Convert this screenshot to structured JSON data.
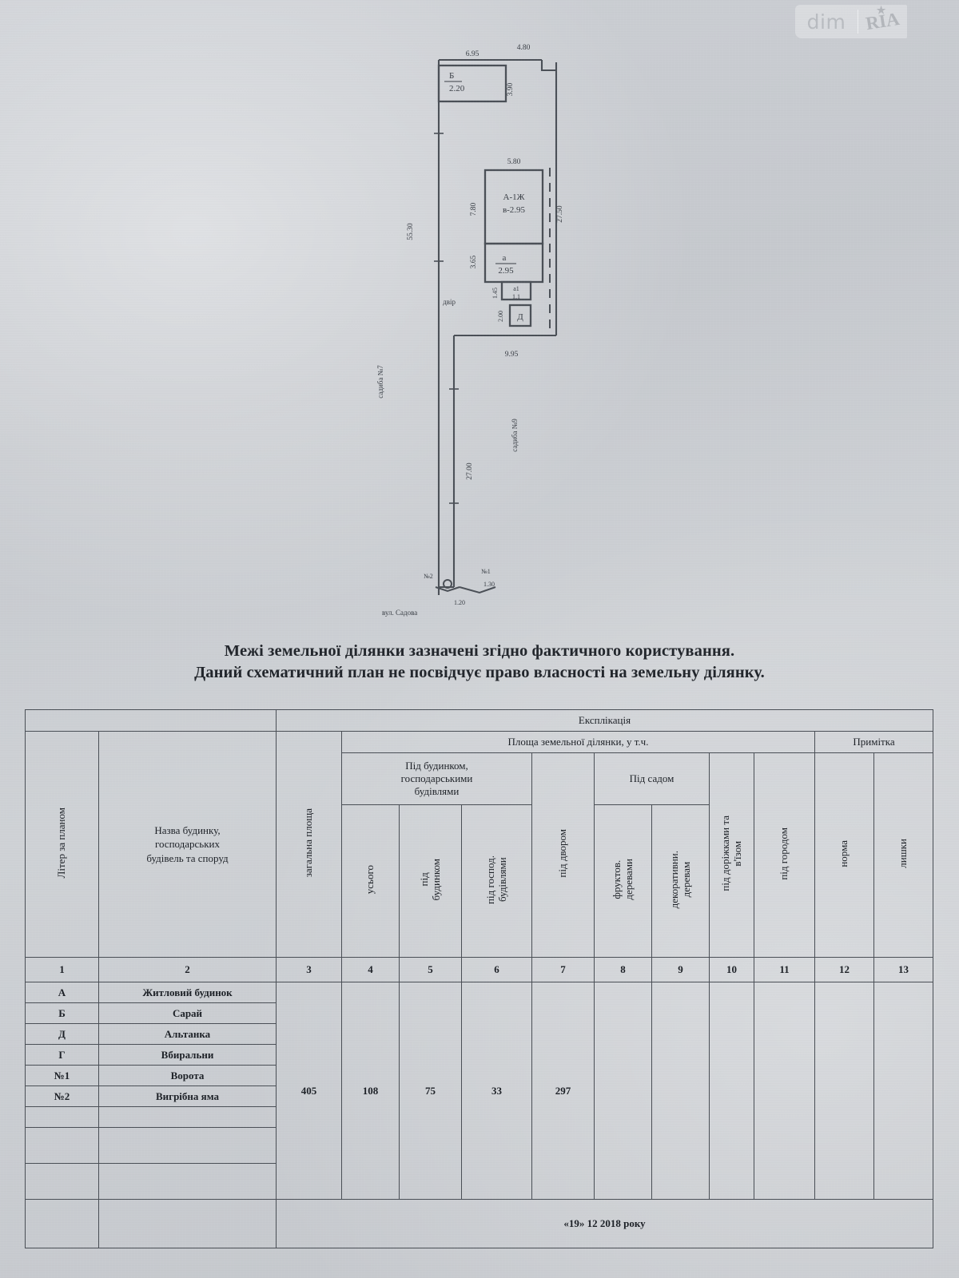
{
  "watermark": {
    "left": "dim",
    "right": "RIA"
  },
  "plan": {
    "street_label": "вул. Садова",
    "neighbor_left": "садиба №7",
    "neighbor_right": "садиба №9",
    "yard_label": "двір",
    "buildings": [
      {
        "code": "Б",
        "area": "2.20"
      },
      {
        "code": "А-1Ж",
        "area": "в-2.95"
      },
      {
        "code": "а",
        "area": "2.95"
      },
      {
        "code": "а1",
        "area": "1.1"
      },
      {
        "code": "Д",
        "area": ""
      }
    ],
    "dimensions": {
      "top_shed_width": "6.95",
      "top_right_width": "4.80",
      "top_right_height": "3.90",
      "left_long": "55.30",
      "left_lower": "27.00",
      "house_width": "5.80",
      "house_height": "7.80",
      "annex_height": "3.65",
      "small_height": "1.45",
      "tiny_height": "2.00",
      "right_long": "27.50",
      "bottom_inner": "9.95",
      "gate_width": "1.30",
      "gate2_width": "1.20"
    },
    "markers": {
      "gate1": "№1",
      "gate2": "№2"
    }
  },
  "captions": {
    "line1": "Межі земельної ділянки  зазначені згідно фактичного користування.",
    "line2": "Даний схематичний план не посвідчує право власності на земельну ділянку."
  },
  "table": {
    "title": "Експлікація",
    "group_land_area": "Площа земельної ділянки, у т.ч.",
    "group_note": "Примітка",
    "group_under_building": "Під будинком,\nгосподарськими\nбудівлями",
    "group_under_garden": "Під садом",
    "headers": {
      "letter": "Літер за планом",
      "name": "Назва будинку,\nгосподарських\nбудівель та споруд",
      "total_area": "загальна площа",
      "all": "усього",
      "under_house": "під\nбудинком",
      "under_outbuildings": "під господ.\nбудівлями",
      "under_yard": "під двором",
      "fruit_trees": "фруктов.\nдеревами",
      "decor_trees": "декоративни.\nдеревам",
      "paths_lawn": "під доріжками та\nв'їзом",
      "garden": "під городом",
      "norm": "норма",
      "extra": "лишки"
    },
    "column_numbers": [
      "1",
      "2",
      "3",
      "4",
      "5",
      "6",
      "7",
      "8",
      "9",
      "10",
      "11",
      "12",
      "13"
    ],
    "rows": [
      {
        "letter": "А",
        "name": "Житловий будинок"
      },
      {
        "letter": "Б",
        "name": "Сарай"
      },
      {
        "letter": "Д",
        "name": "Альтанка"
      },
      {
        "letter": "Г",
        "name": "Вбиральни"
      },
      {
        "letter": "№1",
        "name": "Ворота"
      },
      {
        "letter": "№2",
        "name": "Вигрібна яма"
      }
    ],
    "values": {
      "total_area": "405",
      "all": "108",
      "under_house": "75",
      "under_outbuildings": "33",
      "under_yard": "297",
      "fruit_trees": "",
      "decor_trees": "",
      "paths_lawn": "",
      "garden": "",
      "norm": "",
      "extra": ""
    },
    "date": "«19» 12  2018 року"
  }
}
